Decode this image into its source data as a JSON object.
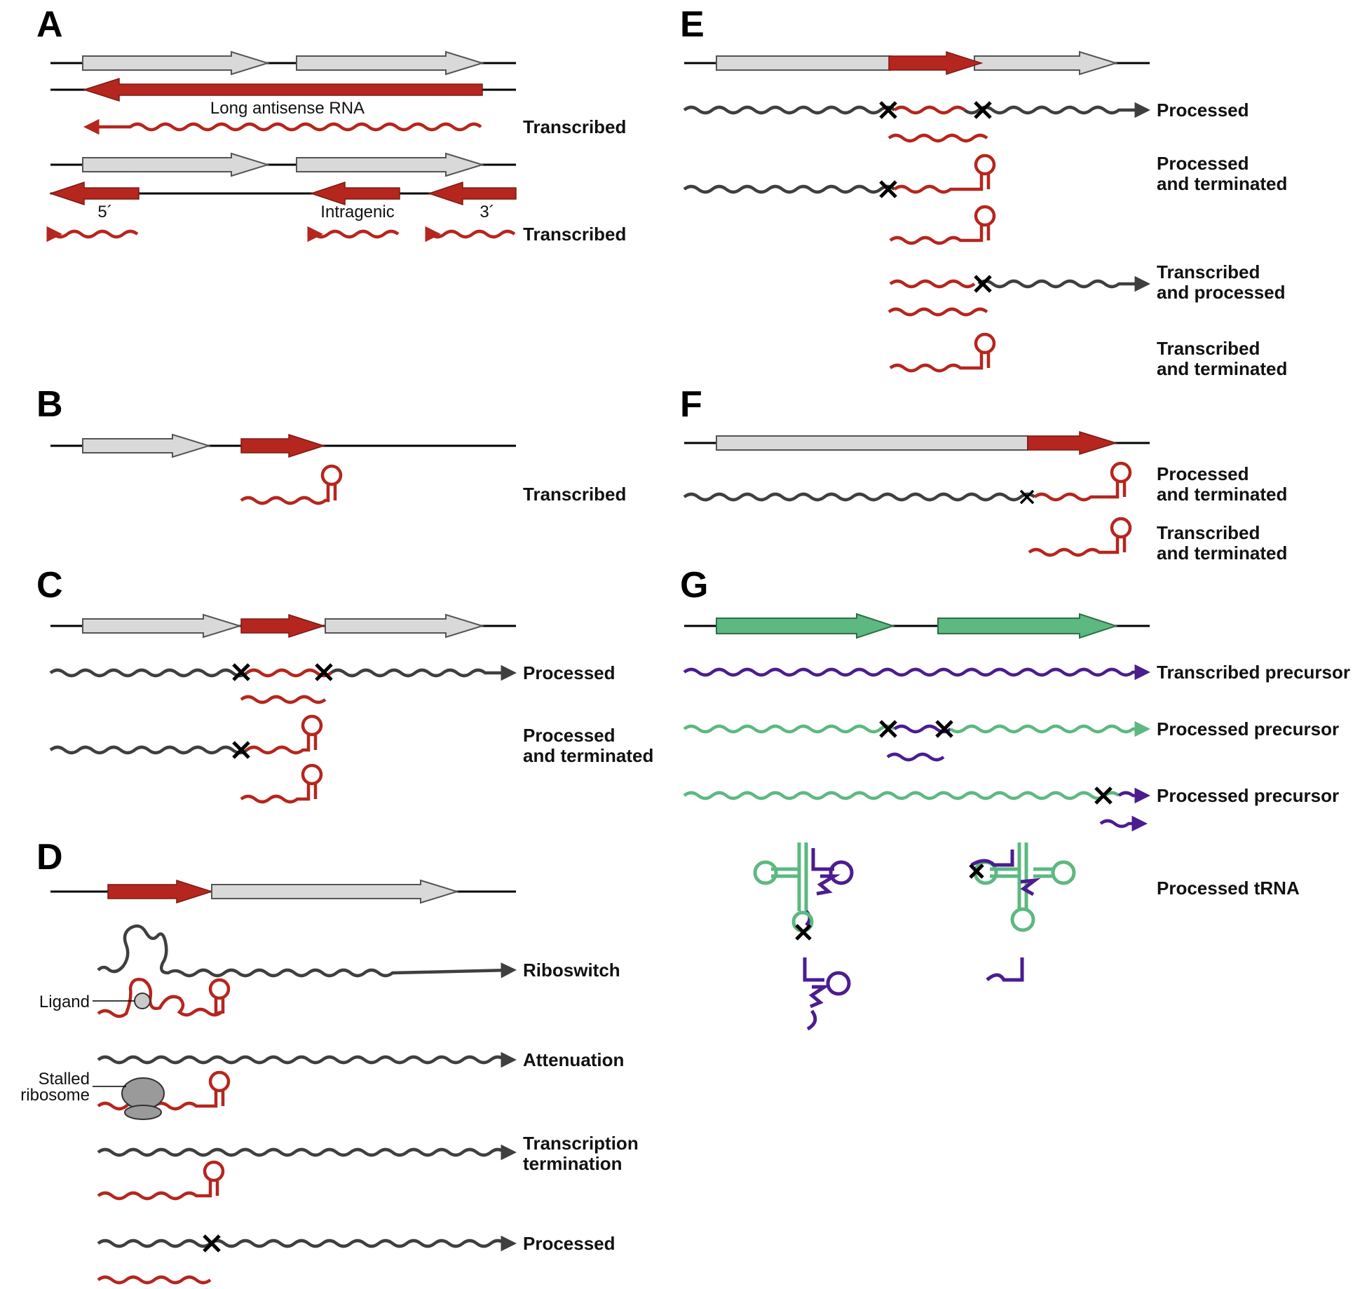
{
  "panels": {
    "A": {
      "letter": "A",
      "long_antisense": "Long antisense RNA",
      "transcribed_1": "Transcribed",
      "five_prime": "5´",
      "intragenic": "Intragenic",
      "three_prime": "3´",
      "transcribed_2": "Transcribed"
    },
    "B": {
      "letter": "B",
      "transcribed": "Transcribed"
    },
    "C": {
      "letter": "C",
      "processed": "Processed",
      "processed_terminated_1": "Processed",
      "processed_terminated_2": "and terminated"
    },
    "D": {
      "letter": "D",
      "riboswitch": "Riboswitch",
      "ligand": "Ligand",
      "attenuation": "Attenuation",
      "stalled_1": "Stalled",
      "stalled_2": "ribosome",
      "transcription_termination_1": "Transcription",
      "transcription_termination_2": "termination",
      "processed": "Processed"
    },
    "E": {
      "letter": "E",
      "processed": "Processed",
      "pt_1": "Processed",
      "pt_2": "and terminated",
      "tp_1": "Transcribed",
      "tp_2": "and processed",
      "tt_1": "Transcribed",
      "tt_2": "and terminated"
    },
    "F": {
      "letter": "F",
      "pt_1": "Processed",
      "pt_2": "and terminated",
      "tt_1": "Transcribed",
      "tt_2": "and terminated"
    },
    "G": {
      "letter": "G",
      "transcribed_precursor": "Transcribed precursor",
      "processed_precursor_1": "Processed precursor",
      "processed_precursor_2": "Processed precursor",
      "processed_trna": "Processed tRNA"
    }
  },
  "colors": {
    "red": "#b5261e",
    "gray_gene": "#d9d9d9",
    "dark_rna": "#3f3f3f",
    "green": "#5db882",
    "purple": "#4b1d8f",
    "ribosome": "#9a9a9a",
    "ligand": "#c9c9c9"
  }
}
